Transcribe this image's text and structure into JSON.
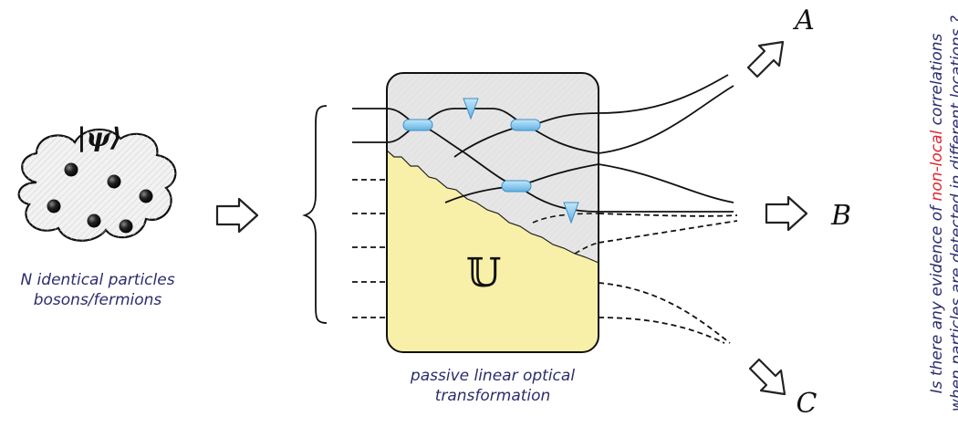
{
  "state_label": "|ψ⟩",
  "particles_caption": {
    "line1": "N identical particles",
    "line2": "bosons/fermions"
  },
  "transformation": {
    "symbol": "𝕌",
    "caption_line1": "passive linear optical",
    "caption_line2": "transformation"
  },
  "outputs": {
    "a": "A",
    "b": "B",
    "c": "C"
  },
  "question": {
    "part1": "Is there any evidence of ",
    "highlight": "non-local",
    "part2": " correlations",
    "line2": "when particles are detected in different locations ?"
  },
  "colors": {
    "cloud_fill": "#eeeeee",
    "box_grey": "#e6e6e6",
    "box_yellow": "#f8f0a8",
    "beam_splitter": "#7fc4ec",
    "text_blue": "#2b2d6e",
    "highlight_red": "#e0262d"
  }
}
